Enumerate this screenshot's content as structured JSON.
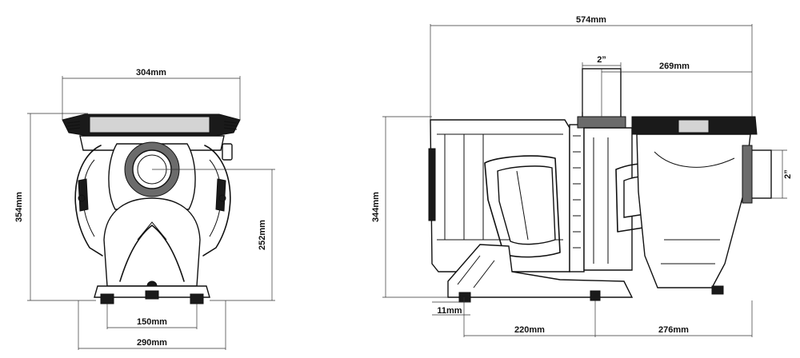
{
  "front_view": {
    "top_width": "304mm",
    "height": "354mm",
    "inlet_height": "252mm",
    "base_inner_width": "150mm",
    "base_outer_width": "290mm"
  },
  "side_view": {
    "total_length": "574mm",
    "outlet_pipe": "2”",
    "outlet_to_end": "269mm",
    "height": "344mm",
    "inlet_pipe": "2”",
    "foot_height": "11mm",
    "foot_spacing": "220mm",
    "rear_length": "276mm"
  }
}
